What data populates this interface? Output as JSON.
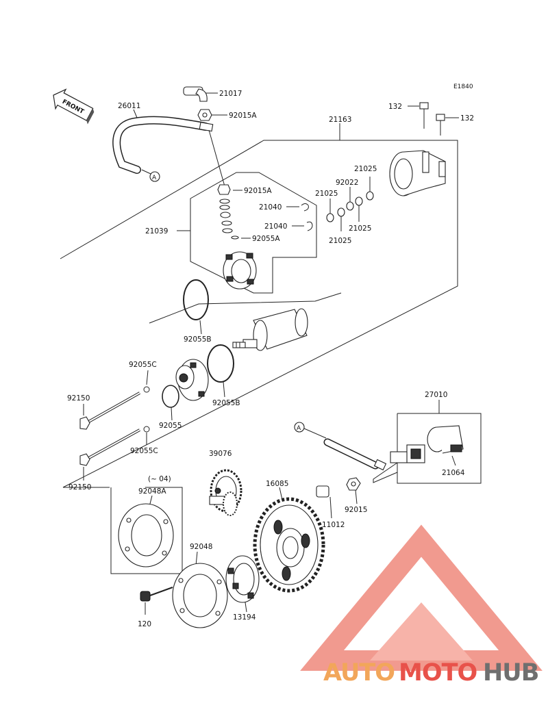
{
  "diagram_code": "E1840",
  "front_label": "FRONT",
  "ref_marker": "A",
  "brand": {
    "part1": "AUTO",
    "part2": "MOTO",
    "part3": "HUB",
    "color_orange": "#f2a65a",
    "color_red": "#e8524a",
    "color_gray": "#6f6f6f"
  },
  "labels": {
    "p21017": "21017",
    "p26011": "26011",
    "p92015A_top": "92015A",
    "p21163": "21163",
    "p132_left": "132",
    "p132_right": "132",
    "p92015A_mid": "92015A",
    "p21040_a": "21040",
    "p21040_b": "21040",
    "p92055A": "92055A",
    "p21039": "21039",
    "p21025_a": "21025",
    "p92022": "92022",
    "p21025_b": "21025",
    "p21025_c": "21025",
    "p21025_d": "21025",
    "p92055B_a": "92055B",
    "p92055C_a": "92055C",
    "p92150_a": "92150",
    "p92055B_b": "92055B",
    "p92055": "92055",
    "p92055C_b": "92055C",
    "p27010": "27010",
    "p21064": "21064",
    "p39076": "39076",
    "p92150_b": "92150",
    "p_note04": "(~ 04)",
    "p92048A": "92048A",
    "p16085": "16085",
    "p92015": "92015",
    "p11012": "11012",
    "p92048": "92048",
    "p13194": "13194",
    "p120": "120"
  }
}
